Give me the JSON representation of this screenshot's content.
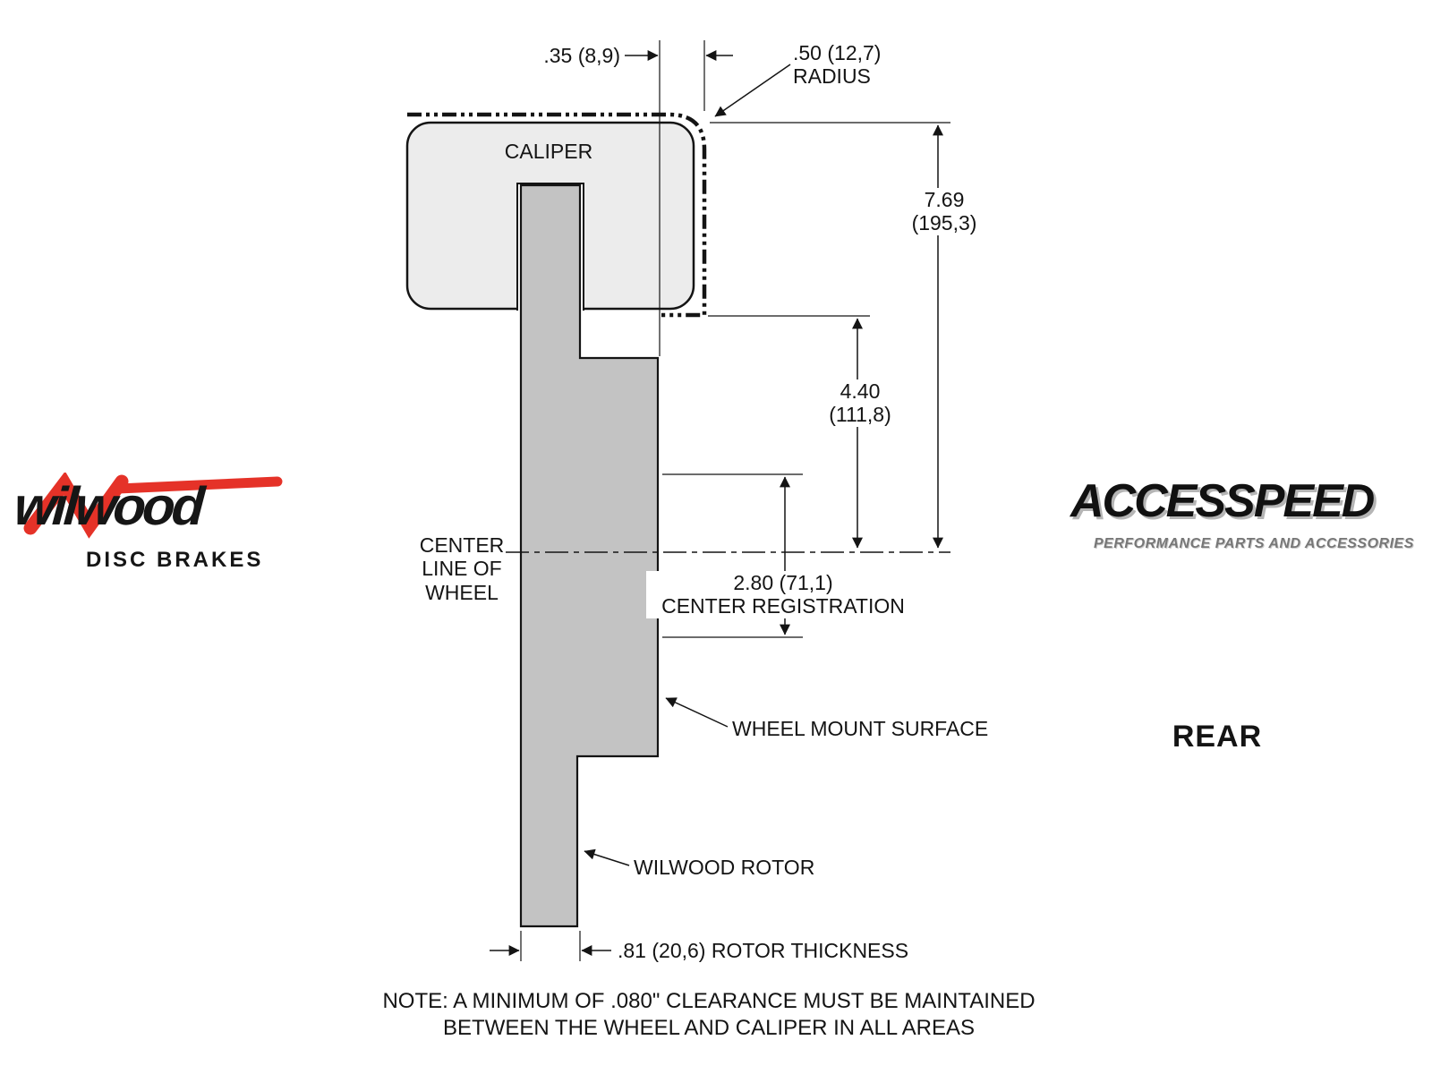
{
  "diagram": {
    "caliper_label": "CALIPER",
    "dims": {
      "offset_top": ".35 (8,9)",
      "radius_l1": ".50 (12,7)",
      "radius_l2": "RADIUS",
      "height_l1": "7.69",
      "height_l2": "(195,3)",
      "drop_l1": "4.40",
      "drop_l2": "(111,8)",
      "centerreg_l1": "2.80 (71,1)",
      "centerreg_l2": "CENTER REGISTRATION",
      "rotor_thickness": ".81 (20,6) ROTOR THICKNESS"
    },
    "labels": {
      "centerline_l1": "CENTER",
      "centerline_l2": "LINE OF",
      "centerline_l3": "WHEEL",
      "wheel_mount_surface": "WHEEL MOUNT SURFACE",
      "wilwood_rotor": "WILWOOD ROTOR"
    },
    "note_l1": "NOTE: A MINIMUM OF .080\" CLEARANCE MUST BE MAINTAINED",
    "note_l2": "BETWEEN THE WHEEL AND CALIPER IN ALL AREAS",
    "colors": {
      "caliper_fill": "#ececec",
      "rotor_fill": "#c3c3c3",
      "line": "#141414"
    }
  },
  "branding": {
    "wilwood_name": "wilwood",
    "wilwood_tagline": "DISC BRAKES",
    "wilwood_accent": "#e53228",
    "accesspeed_name": "ACCESSPEED",
    "accesspeed_tagline": "PERFORMANCE PARTS AND ACCESSORIES",
    "position_label": "REAR"
  }
}
